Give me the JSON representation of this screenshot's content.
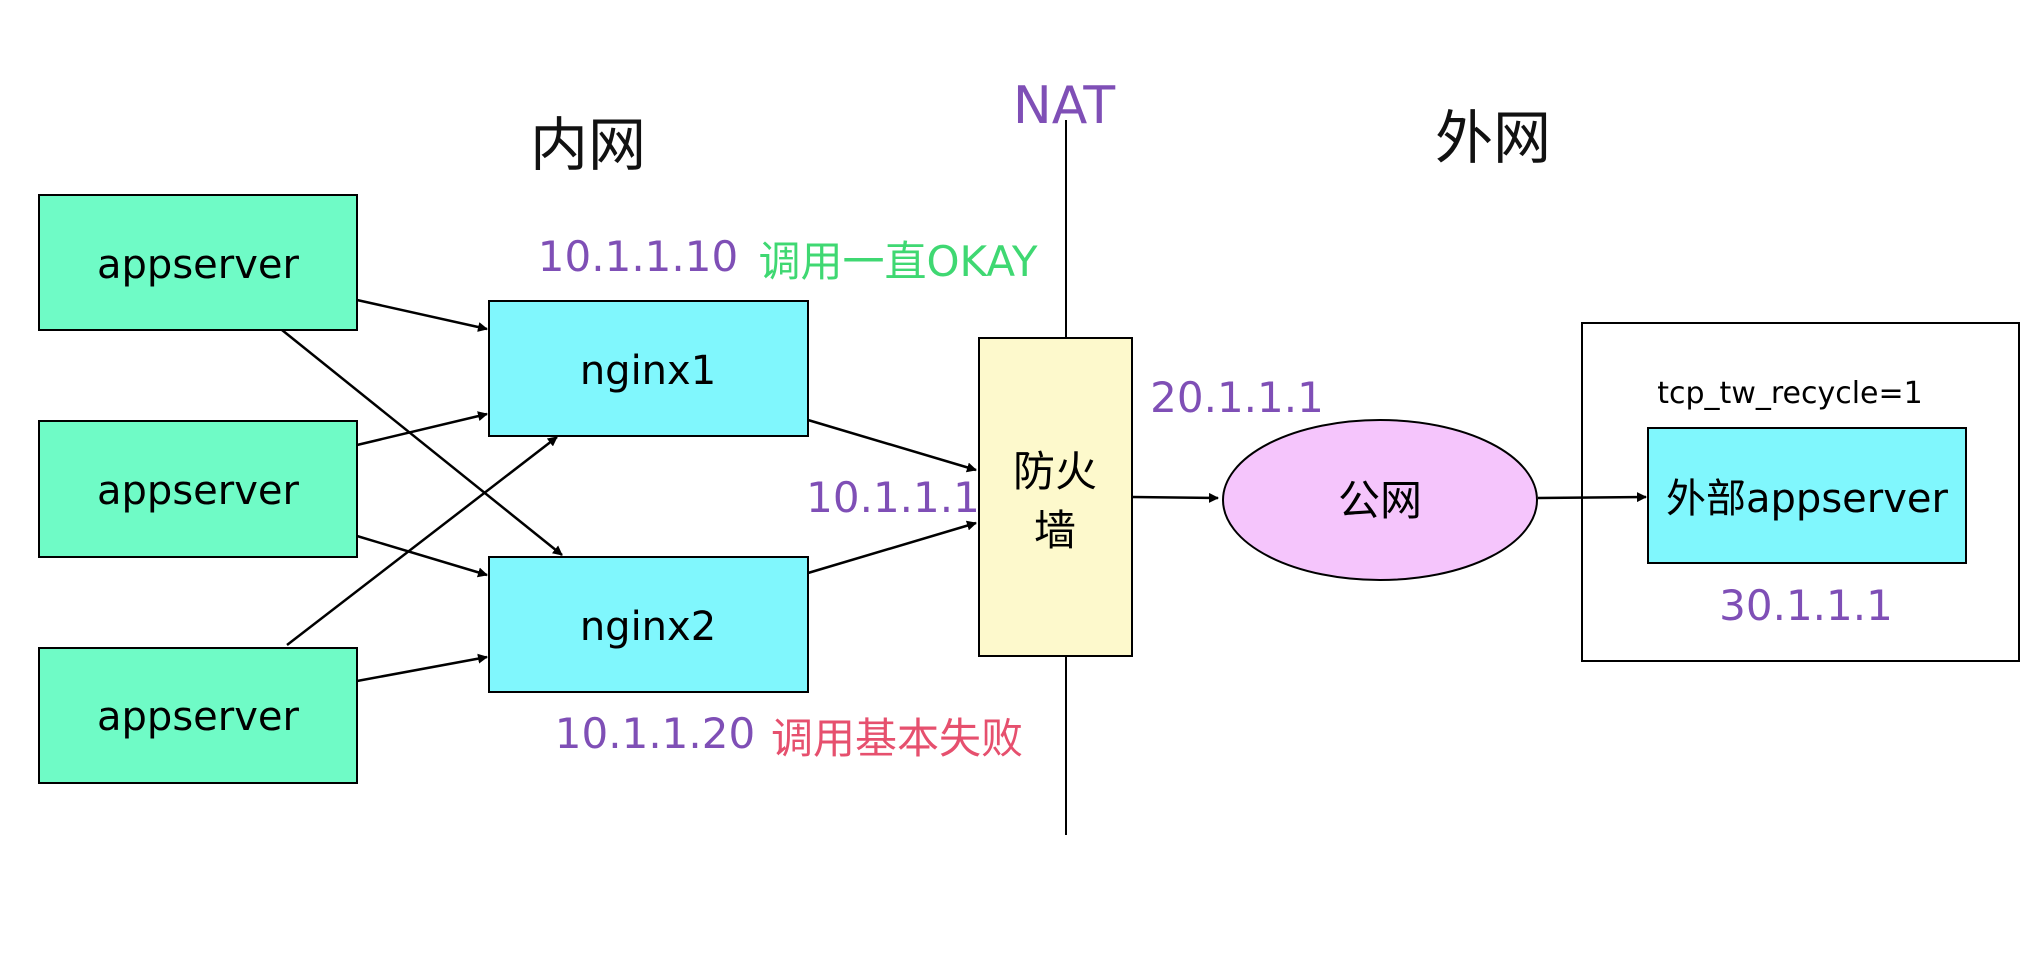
{
  "labels": {
    "inner_net": "内网",
    "outer_net": "外网",
    "nat": "NAT",
    "nginx1_ip": "10.1.1.10",
    "nginx1_status": "调用一直OKAY",
    "nginx2_ip": "10.1.1.20",
    "nginx2_status": "调用基本失败",
    "firewall_inner_ip": "10.1.1.1",
    "firewall_outer_ip": "20.1.1.1",
    "sysctl_setting": "tcp_tw_recycle=1",
    "external_ip": "30.1.1.1"
  },
  "nodes": {
    "appserver_1": "appserver",
    "appserver_2": "appserver",
    "appserver_3": "appserver",
    "nginx1": "nginx1",
    "nginx2": "nginx2",
    "firewall_line1": "防火",
    "firewall_line2": "墙",
    "public_net": "公网",
    "external_appserver": "外部appserver"
  },
  "colors": {
    "appserver_fill": "#6ffbc6",
    "nginx_fill": "#80f7fd",
    "firewall_fill": "#fdf9cc",
    "public_fill": "#f5c5fc",
    "ip_text": "#7f4fb6",
    "ok_text": "#3fd872",
    "fail_text": "#e6506e",
    "nat_text": "#7f4fb6",
    "stroke": "#000000"
  }
}
